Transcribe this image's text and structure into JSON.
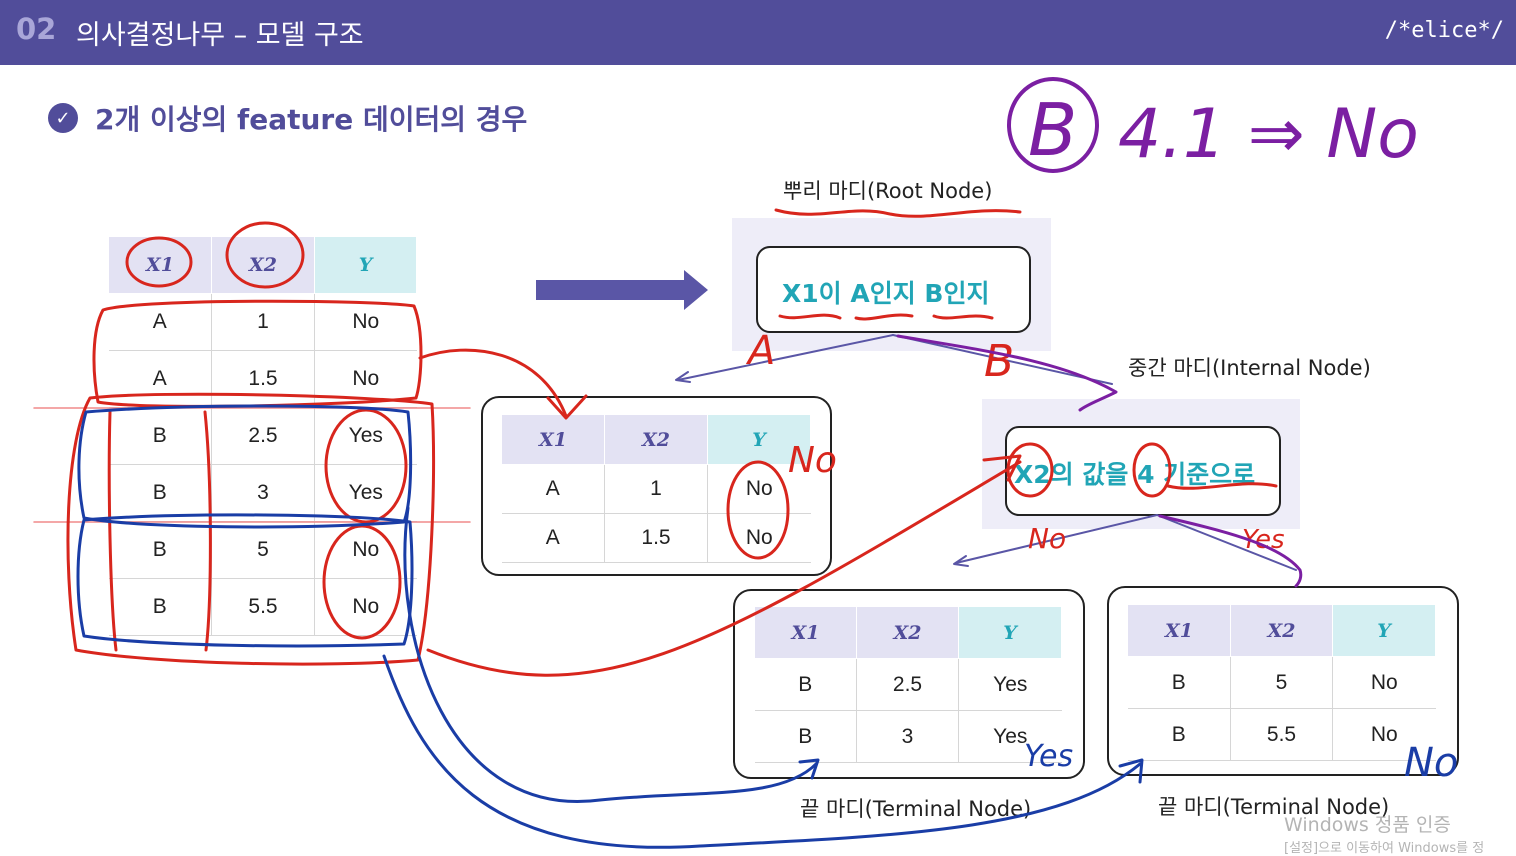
{
  "header": {
    "section_number": "02",
    "title": "의사결정나무 – 모델 구조",
    "brand": "/*elice*/"
  },
  "subtitle": "2개 이상의 feature 데이터의 경우",
  "main_table": {
    "headers": [
      "X1",
      "X2",
      "Y"
    ],
    "rows": [
      [
        "A",
        "1",
        "No"
      ],
      [
        "A",
        "1.5",
        "No"
      ],
      [
        "B",
        "2.5",
        "Yes"
      ],
      [
        "B",
        "3",
        "Yes"
      ],
      [
        "B",
        "5",
        "No"
      ],
      [
        "B",
        "5.5",
        "No"
      ]
    ]
  },
  "root_node": {
    "label": "뿌리 마디(Root Node)",
    "text": "X1이 A인지 B인지"
  },
  "left_leaf": {
    "headers": [
      "X1",
      "X2",
      "Y"
    ],
    "rows": [
      [
        "A",
        "1",
        "No"
      ],
      [
        "A",
        "1.5",
        "No"
      ]
    ]
  },
  "internal_node": {
    "label": "중간 마디(Internal Node)",
    "text": "X2의 값을 4 기준으로"
  },
  "terminal_left": {
    "label": "끝 마디(Terminal Node)",
    "headers": [
      "X1",
      "X2",
      "Y"
    ],
    "rows": [
      [
        "B",
        "2.5",
        "Yes"
      ],
      [
        "B",
        "3",
        "Yes"
      ]
    ]
  },
  "terminal_right": {
    "label": "끝 마디(Terminal Node)",
    "headers": [
      "X1",
      "X2",
      "Y"
    ],
    "rows": [
      [
        "B",
        "5",
        "No"
      ],
      [
        "B",
        "5.5",
        "No"
      ]
    ]
  },
  "annotations": {
    "top_note": "4.1 ⇒ No",
    "top_note_letter": "B",
    "branch_a": "A",
    "branch_b": "B",
    "branch_no": "No",
    "branch_yes": "Yes",
    "left_leaf_result": "No",
    "terminal_left_result": "Yes",
    "terminal_right_result": "No"
  },
  "watermark": {
    "line1": "Windows 정품 인증",
    "line2": "[설정]으로 이동하여 Windows를 정"
  },
  "colors": {
    "header_bg": "#514d9a",
    "accent_teal": "#21a5b6",
    "ink_red": "#d8261d",
    "ink_blue": "#1a3da6",
    "ink_purple": "#7b1fa2",
    "arrow_purple": "#5a56a6"
  }
}
